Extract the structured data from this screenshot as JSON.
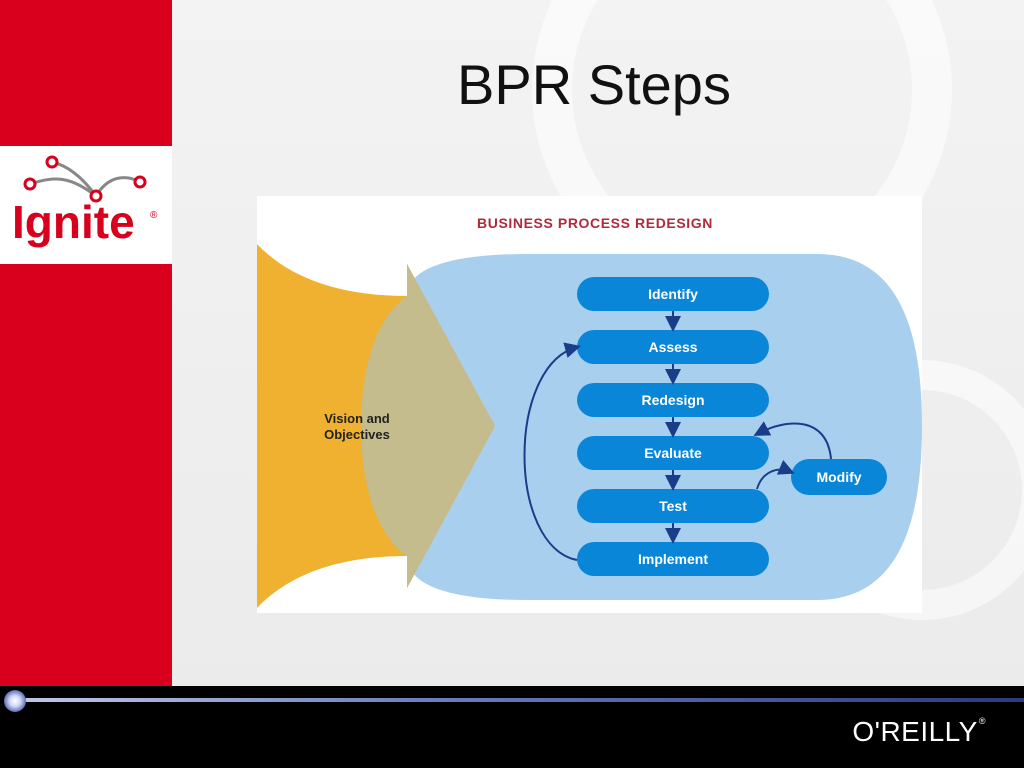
{
  "slide": {
    "title": "BPR Steps"
  },
  "logo": {
    "text": "Ignite",
    "registered": "®"
  },
  "publisher": {
    "name": "O'REILLY",
    "trademark": "®"
  },
  "diagram": {
    "heading": "BUSINESS PROCESS REDESIGN",
    "input_label_line1": "Vision and",
    "input_label_line2": "Objectives",
    "steps": [
      "Identify",
      "Assess",
      "Redesign",
      "Evaluate",
      "Test",
      "Implement"
    ],
    "side_step": "Modify"
  },
  "colors": {
    "brand_red": "#d8001c",
    "funnel_orange": "#f0b030",
    "cloud_blue": "#a8d0ee",
    "step_blue": "#0a86d8",
    "heading_red": "#b02a3a",
    "arrow_navy": "#1a3d8a"
  }
}
